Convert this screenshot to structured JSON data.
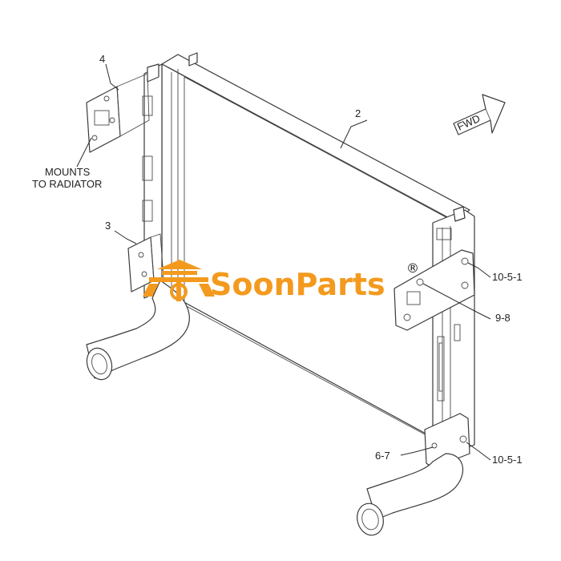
{
  "callouts": {
    "part_4": "4",
    "part_2": "2",
    "part_3": "3",
    "mounts_line1": "MOUNTS",
    "mounts_line2": "TO RADIATOR",
    "part_10_5_1_top": "10-5-1",
    "part_9_8": "9-8",
    "part_6_7": "6-7",
    "part_10_5_1_bottom": "10-5-1"
  },
  "direction_arrow": {
    "label": "FWD"
  },
  "watermark": {
    "brand": "SoonParts",
    "registered": "®",
    "color": "#f39a1e"
  }
}
